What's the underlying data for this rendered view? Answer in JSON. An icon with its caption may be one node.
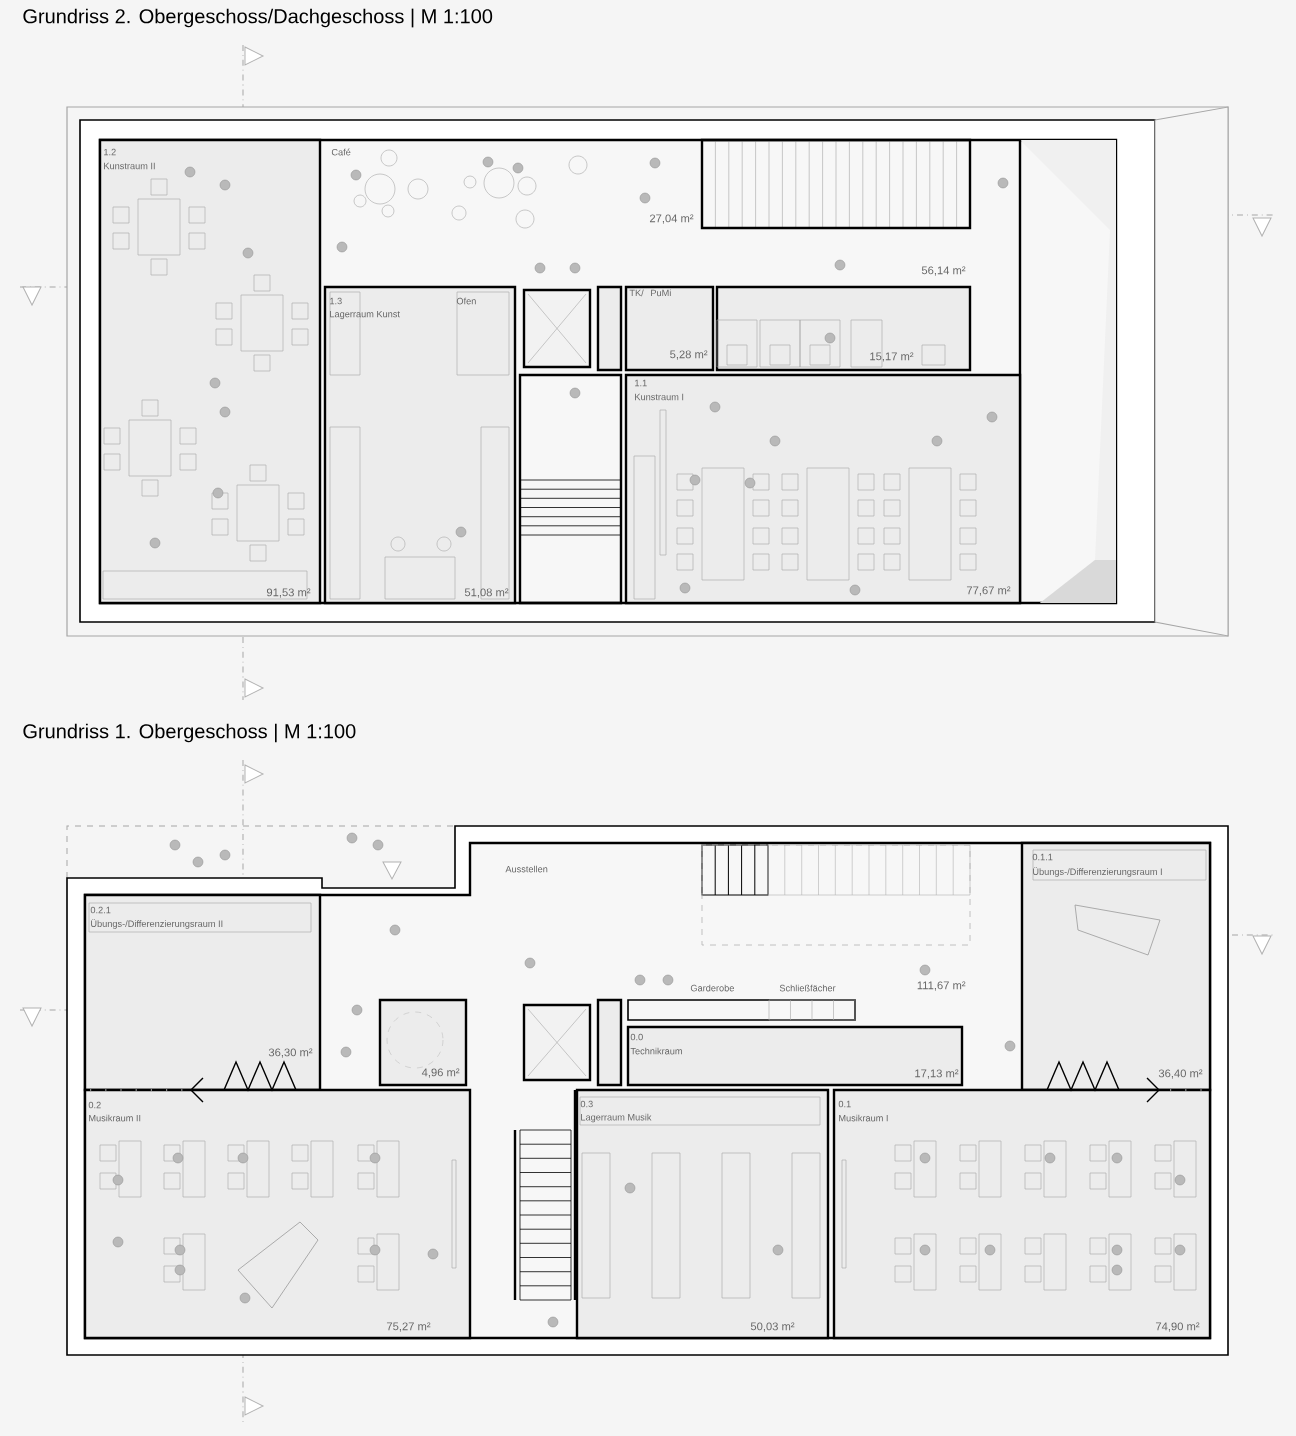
{
  "diagram": {
    "labels": [
      "Grundriss 2. Obergeschoss/Dachgeschoss | M 1:100",
      "1.2",
      "Kunstraum II",
      "Café",
      "27,04 m²",
      "56,14 m²",
      "1.3",
      "Lagerraum Kunst",
      "Ofen",
      "TK/ PuMi",
      "5,28 m²",
      "15,17 m²",
      "1.1",
      "Kunstraum I",
      "91,53 m²",
      "51,08 m²",
      "77,67 m²",
      "Grundriss 1. Obergeschoss | M 1:100",
      "Ausstellen",
      "0.2.1",
      "Übungs-/Differenzierungsraum II",
      "0.1.1",
      "Übungs-/Differenzierungsraum I",
      "Garderobe",
      "Schließfächer",
      "111,67 m²",
      "36,30 m²",
      "4,96 m²",
      "0.0",
      "Technikraum",
      "17,13 m²",
      "36,40 m²",
      "0.2",
      "Musikraum II",
      "0.3",
      "Lagerraum Musik",
      "0.1",
      "Musikraum I",
      "75,27 m²",
      "50,03 m²",
      "74,90 m²"
    ]
  }
}
